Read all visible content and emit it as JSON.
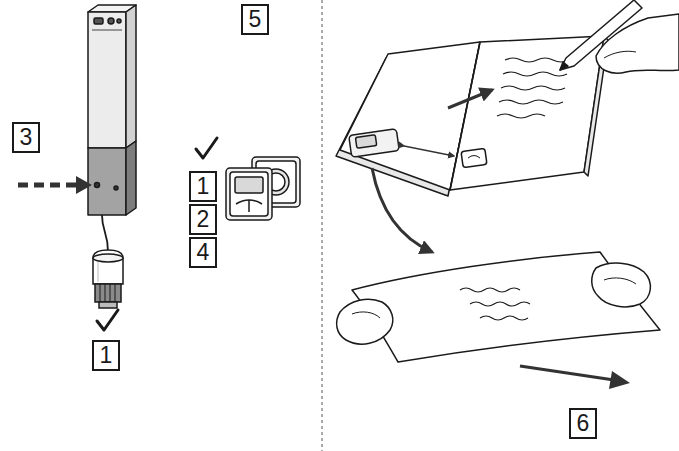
{
  "diagram": {
    "nodes": [
      {
        "text": [
          "3"
        ]
      },
      {
        "text": [
          "1"
        ]
      },
      {
        "text": [
          "1"
        ]
      },
      {
        "text": [
          "2"
        ]
      },
      {
        "text": [
          "4"
        ]
      },
      {
        "text": [
          "5"
        ]
      },
      {
        "text": [
          "6"
        ]
      }
    ]
  }
}
